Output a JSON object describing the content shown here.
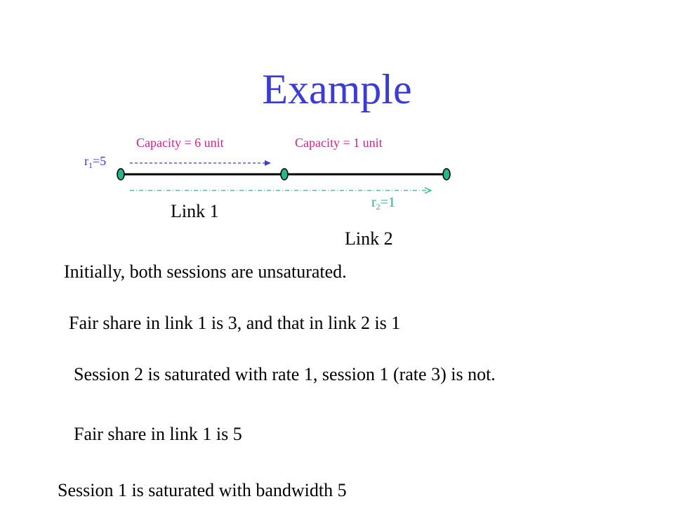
{
  "slide": {
    "title": "Example"
  },
  "diagram": {
    "link1_capacity": "Capacity = 6 unit",
    "link2_capacity": "Capacity = 1 unit",
    "r1_label": "r",
    "r1_sub": "1",
    "r1_value": "=5",
    "r2_label": "r",
    "r2_sub": "2",
    "r2_value": "=1",
    "link1_label": "Link 1",
    "link2_label": "Link 2",
    "colors": {
      "title": "#3b3bd6",
      "capacity": "#cc2288",
      "session1": "#3b3bd6",
      "session2": "#22b889",
      "node_fill": "#22b889"
    }
  },
  "text": {
    "initial": "Initially, both sessions are unsaturated.",
    "fair_share_1": "Fair share in link 1 is 3, and that in link 2 is 1",
    "session2_saturated": "Session 2 is saturated with rate 1, session 1 (rate 3) is not.",
    "fair_share_2": "Fair share in link 1 is 5",
    "session1_saturated": "Session 1 is saturated with bandwidth 5"
  }
}
